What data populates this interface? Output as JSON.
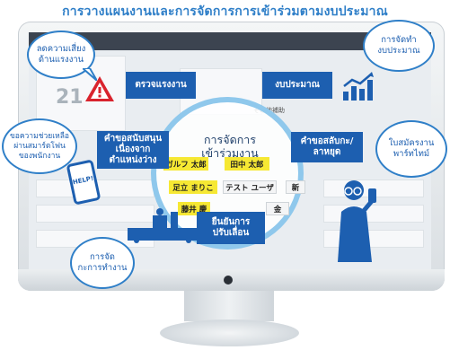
{
  "title": "การวางแผนงานและการจัดการการเข้าร่วมตามงบประมาณ",
  "center_label_1": "การจัดการ",
  "center_label_2": "เข้าร่วมงาน",
  "boxes": {
    "check_workload": "ตรวจแรงงาน",
    "budget": "งบประมาณ",
    "support_request_1": "คำขอสนับสนุน",
    "support_request_2": "เนื่องจาก",
    "support_request_3": "ตำแหน่งว่าง",
    "leave_request_1": "คำขอสลับกะ/",
    "leave_request_2": "ลาหยุด",
    "confirm_1": "ยืนยันการ",
    "confirm_2": "ปรับเลื่อน"
  },
  "bubbles": {
    "reduce_risk_1": "ลดความเสี่ยง",
    "reduce_risk_2": "ด้านแรงงาน",
    "budget_mgmt_1": "การจัดทำ",
    "budget_mgmt_2": "งบประมาณ",
    "help_request_1": "ขอความช่วยเหลือ",
    "help_request_2": "ผ่านสมาร์ตโฟน",
    "help_request_3": "ของพนักงาน",
    "part_time_1": "ใบสมัครงาน",
    "part_time_2": "พาร์ทไทม์",
    "work_mgmt_1": "การจัด",
    "work_mgmt_2": "กะการทำงาน"
  },
  "chips": {
    "c1": "ガルフ 太郎",
    "c2": "田中 太郎",
    "c3": "足立 まりこ",
    "c4": "テスト ユーザ",
    "c5": "新",
    "c6": "藤井 慶",
    "c7": "金"
  },
  "screen": {
    "ghost_number": "21",
    "ghost_label": "その他補助"
  },
  "phone_text": "HELP!",
  "colors": {
    "title": "#2f7fc8",
    "box": "#1d5fb0",
    "ring": "#8fc8ec",
    "chip_yellow": "#f6e833"
  },
  "icons": [
    "warning-icon",
    "bar-chart-icon",
    "smartphone-icon",
    "person-icon",
    "factory-icon"
  ]
}
